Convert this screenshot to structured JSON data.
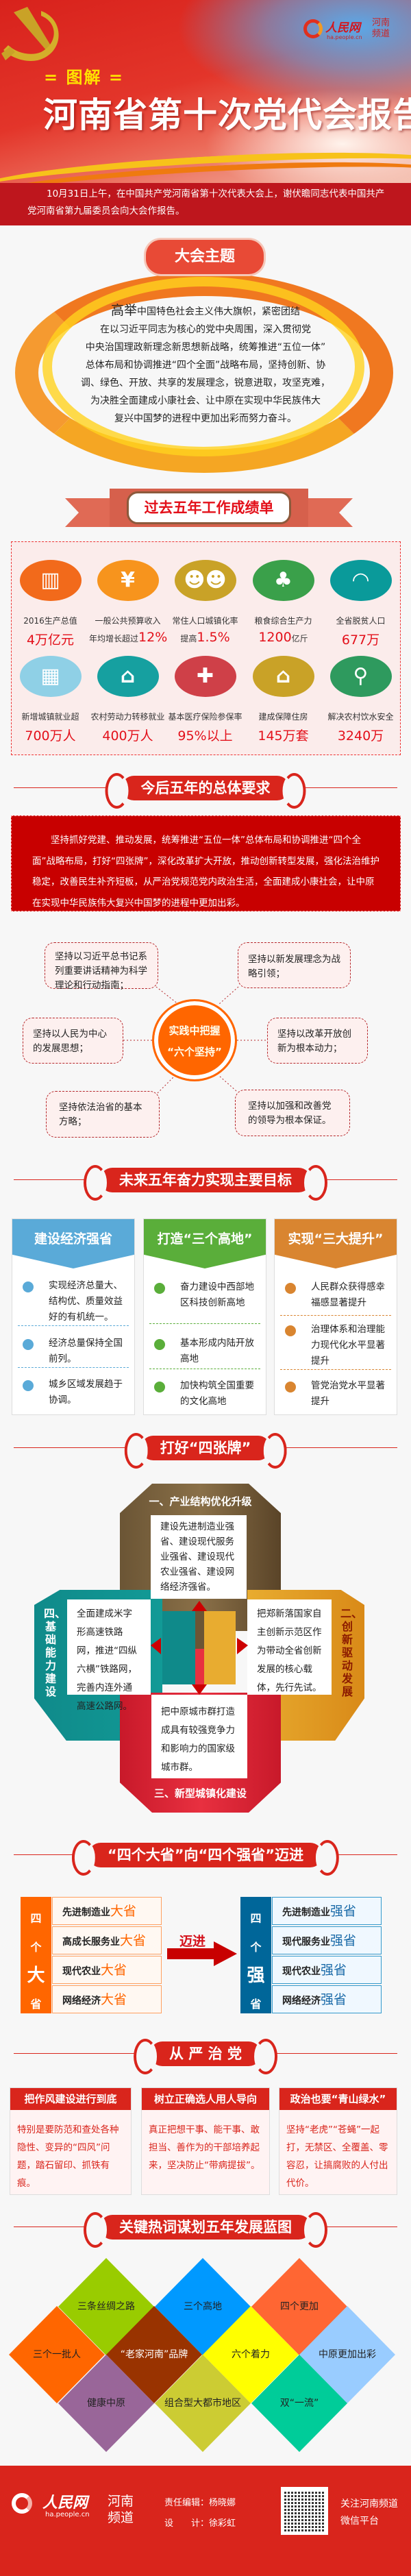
{
  "header": {
    "tag": "= 图解 =",
    "title": "河南省第十次党代会报告",
    "logo_name": "人民网",
    "logo_url": "ha.people.cn",
    "logo_channel": "河南频道"
  },
  "intro": "10月31日上午，在中国共产党河南省第十次代表大会上，谢伏瞻同志代表中国共产党河南省第九届委员会向大会作报告。",
  "theme": {
    "title": "大会主题",
    "lead": "高举",
    "lines": [
      "中国特色社会主义伟大旗帜，紧密团结",
      "在以习近平同志为核心的党中央周围，深入贯彻党",
      "中央治国理政新理念新思想新战略，统筹推进“五位一体”",
      "总体布局和协调推进“四个全面”战略布局，坚持创新、协",
      "调、绿色、开放、共享的发展理念，锐意进取，攻坚克难，",
      "为决胜全面建成小康社会、让中原在实现中华民族伟大",
      "复兴中国梦的进程中更加出彩而努力奋斗。"
    ]
  },
  "achievements": {
    "title": "过去五年工作成绩单",
    "items": [
      {
        "icon": "bar-chart",
        "label": "2016生产总值",
        "prefix": "",
        "value": "4万亿元",
        "suffix": "",
        "color": "#f26a1b"
      },
      {
        "icon": "yuan",
        "label": "一般公共预算收入",
        "prefix": "年均增长超过",
        "value": "12%",
        "suffix": "",
        "color": "#f7941d"
      },
      {
        "icon": "people",
        "label": "常住人口城镇化率",
        "prefix": "提高",
        "value": "1.5%",
        "suffix": "",
        "color": "#c9a227"
      },
      {
        "icon": "wheat",
        "label": "粮食综合生产力",
        "prefix": "",
        "value": "1200",
        "suffix": "亿斤",
        "color": "#3aa04a"
      },
      {
        "icon": "poverty",
        "label": "全省脱贫人口",
        "prefix": "",
        "value": "677万",
        "suffix": "",
        "color": "#0a9a9a"
      },
      {
        "icon": "worker",
        "label": "新增城镇就业超",
        "prefix": "",
        "value": "700万人",
        "suffix": "",
        "color": "#8fd0e6"
      },
      {
        "icon": "farmer",
        "label": "农村劳动力转移就业",
        "prefix": "",
        "value": "400万人",
        "suffix": "",
        "color": "#16a0a0"
      },
      {
        "icon": "medical-kit",
        "label": "基本医疗保险参保率",
        "prefix": "",
        "value": "95%以上",
        "suffix": "",
        "color": "#cf4048"
      },
      {
        "icon": "house",
        "label": "建成保障住房",
        "prefix": "",
        "value": "145万套",
        "suffix": "",
        "color": "#c9a227"
      },
      {
        "icon": "faucet",
        "label": "解决农村饮水安全",
        "prefix": "",
        "value": "3240万",
        "suffix": "",
        "color": "#2e9a5e"
      }
    ]
  },
  "requirements": {
    "title": "今后五年的总体要求",
    "text": "坚持抓好党建、推动发展，统筹推进“五位一体”总体布局和协调推进“四个全面”战略布局，打好“四张牌”，深化改革扩大开放，推动创新转型发展，强化法治维护稳定，改善民生补齐短板，从严治党规范党内政治生活，全面建成小康社会，让中原在实现中华民族伟大复兴中国梦的进程中更加出彩。"
  },
  "six": {
    "center_1": "实践中把握",
    "center_2": "“六个坚持”",
    "items": [
      "坚持以习近平总书记系列重要讲话精神为科学理论和行动指南；",
      "坚持以新发展理念为战略引领；",
      "坚持以人民为中心的发展思想；",
      "坚持以改革开放创新为根本动力；",
      "坚持依法治省的基本方略；",
      "坚持以加强和改善党的领导为根本保证。"
    ]
  },
  "goals": {
    "title": "未来五年奋力实现主要目标",
    "columns": [
      {
        "title": "建设经济强省",
        "color": "#5aaad8",
        "items": [
          "实现经济总量大、结构优、质量效益好的有机统一。",
          "经济总量保持全国前列。",
          "城乡区域发展趋于协调。"
        ]
      },
      {
        "title": "打造“三个高地”",
        "color": "#5aae3a",
        "items": [
          "奋力建设中西部地区科技创新高地",
          "基本形成内陆开放高地",
          "加快构筑全国重要的文化高地"
        ]
      },
      {
        "title": "实现“三大提升”",
        "color": "#d98530",
        "items": [
          "人民群众获得感幸福感显著提升",
          "治理体系和治理能力现代化水平显著提升",
          "管党治党水平显著提升"
        ]
      }
    ]
  },
  "cards": {
    "title": "打好“四张牌”",
    "items": [
      {
        "label": "一、产业结构优化升级",
        "text": "建设先进制造业强省、建设现代服务业强省、建设现代农业强省、建设网络经济强省。"
      },
      {
        "label": "二、创新驱动发展",
        "text": "把郑新落国家自主创新示范区作为带动全省创新发展的核心载体，先行先试。"
      },
      {
        "label": "三、新型城镇化建设",
        "text": "把中原城市群打造成具有较强竞争力和影响力的国家级城市群。"
      },
      {
        "label": "四、基础能力建设",
        "text": "全面建成米字形高速铁路网，推进“四纵六横”铁路网，完善内连外通高速公路网。"
      }
    ]
  },
  "provinces": {
    "title": "“四个大省”向“四个强省”迈进",
    "arrow_label": "迈进",
    "left": {
      "label": [
        "四",
        "个",
        "大",
        "省"
      ],
      "rows": [
        [
          "先进制造业",
          "大省"
        ],
        [
          "高成长服务业",
          "大省"
        ],
        [
          "现代农业",
          "大省"
        ],
        [
          "网络经济",
          "大省"
        ]
      ]
    },
    "right": {
      "label": [
        "四",
        "个",
        "强",
        "省"
      ],
      "rows": [
        [
          "先进制造业",
          "强省"
        ],
        [
          "现代服务业",
          "强省"
        ],
        [
          "现代农业",
          "强省"
        ],
        [
          "网络经济",
          "强省"
        ]
      ]
    }
  },
  "discipline": {
    "title": "从 严 治 党",
    "items": [
      {
        "title": "把作风建设进行到底",
        "text": "特别是要防范和查处各种隐性、变异的“四风”问题，踏石留印、抓铁有痕。"
      },
      {
        "title": "树立正确选人用人导向",
        "text": "真正把想干事、能干事、敢担当、善作为的干部培养起来，坚决防止“带病提拔”。"
      },
      {
        "title": "政治也要“青山绿水”",
        "text": "坚持“老虎”“苍蝇”一起打，无禁区、全覆盖、零容忍，让搞腐败的人付出代价。"
      }
    ]
  },
  "keywords": {
    "title": "关键热词谋划五年发展蓝图",
    "items": [
      {
        "text": "三条丝绸之路",
        "color": "#99cc00"
      },
      {
        "text": "三个高地",
        "color": "#0099ff"
      },
      {
        "text": "四个更加",
        "color": "#ff6633"
      },
      {
        "text": "三个一批人",
        "color": "#ff6600"
      },
      {
        "text": "“老家河南”品牌",
        "color": "#993300"
      },
      {
        "text": "六个着力",
        "color": "#ffff00"
      },
      {
        "text": "中原更加出彩",
        "color": "#99ccff"
      },
      {
        "text": "健康中原",
        "color": "#996699"
      },
      {
        "text": "组合型大都市地区",
        "color": "#cccc33"
      },
      {
        "text": "双“一流”",
        "color": "#00cc99"
      }
    ]
  },
  "footer": {
    "logo_name": "人民网",
    "logo_url": "ha.people.cn",
    "logo_channel": "河南频道",
    "editor_label": "责任编辑：",
    "editor": "杨晓娜",
    "designer_label": "设　　计：",
    "designer": "徐彩虹",
    "follow_1": "关注河南频道",
    "follow_2": "微信平台"
  }
}
